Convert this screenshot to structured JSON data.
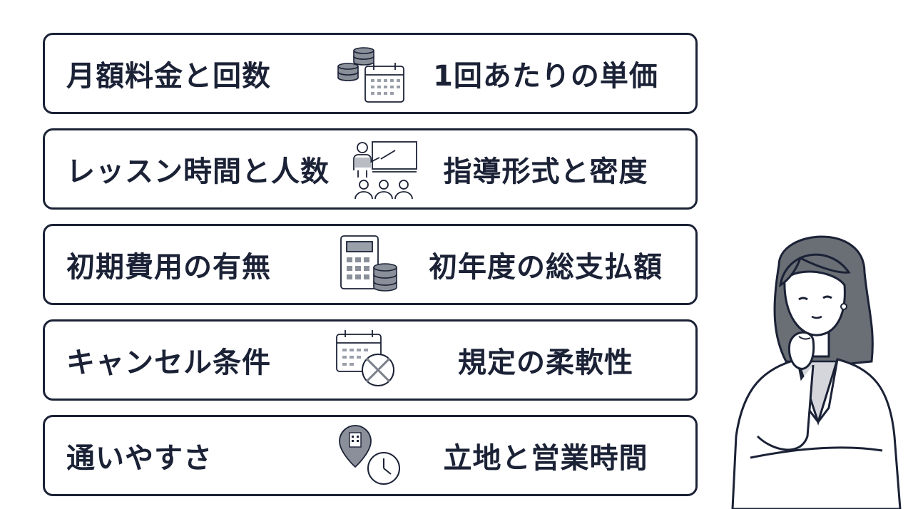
{
  "items": [
    {
      "left": "月額料金と回数",
      "right": "1回あたりの単価",
      "icon": "coins-calendar-icon"
    },
    {
      "left": "レッスン時間と人数",
      "right": "指導形式と密度",
      "icon": "instructor-class-icon"
    },
    {
      "left": "初期費用の有無",
      "right": "初年度の総支払額",
      "icon": "calculator-coins-icon"
    },
    {
      "left": "キャンセル条件",
      "right": "規定の柔軟性",
      "icon": "calendar-cancel-icon"
    },
    {
      "left": "通いやすさ",
      "right": "立地と営業時間",
      "icon": "location-clock-icon"
    }
  ],
  "colors": {
    "ink": "#1b2236",
    "gray": "#7a7f8a",
    "light": "#d4d6db",
    "hair": "#6a6e75"
  },
  "illustration": "thinking-woman"
}
